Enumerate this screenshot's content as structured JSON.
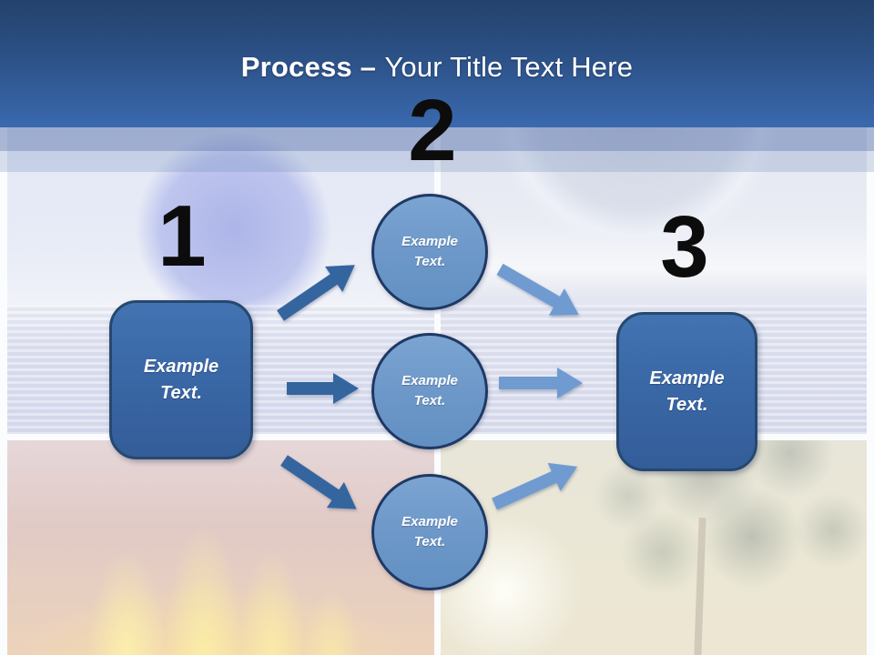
{
  "slide_title": {
    "bold_text": "Process –",
    "regular_text": "Your Title Text Here"
  },
  "step_numbers": {
    "one": "1",
    "two": "2",
    "three": "3"
  },
  "shapes": {
    "start_box": {
      "label": "Example\nText."
    },
    "circle_top": {
      "label": "Example\nText."
    },
    "circle_middle": {
      "label": "Example\nText."
    },
    "circle_bottom": {
      "label": "Example\nText."
    },
    "end_box": {
      "label": "Example\nText."
    }
  },
  "colors": {
    "header_top": "#24426b",
    "header_bottom": "#3a69ae",
    "box_fill": "#3a68a6",
    "box_border": "#26486f",
    "circle_fill": "#6d98c9",
    "circle_border": "#1f3864",
    "arrow_dark": "#35659f",
    "arrow_light": "#6f9bd1",
    "number_color": "#0c0c0c",
    "title_color": "#ffffff"
  }
}
